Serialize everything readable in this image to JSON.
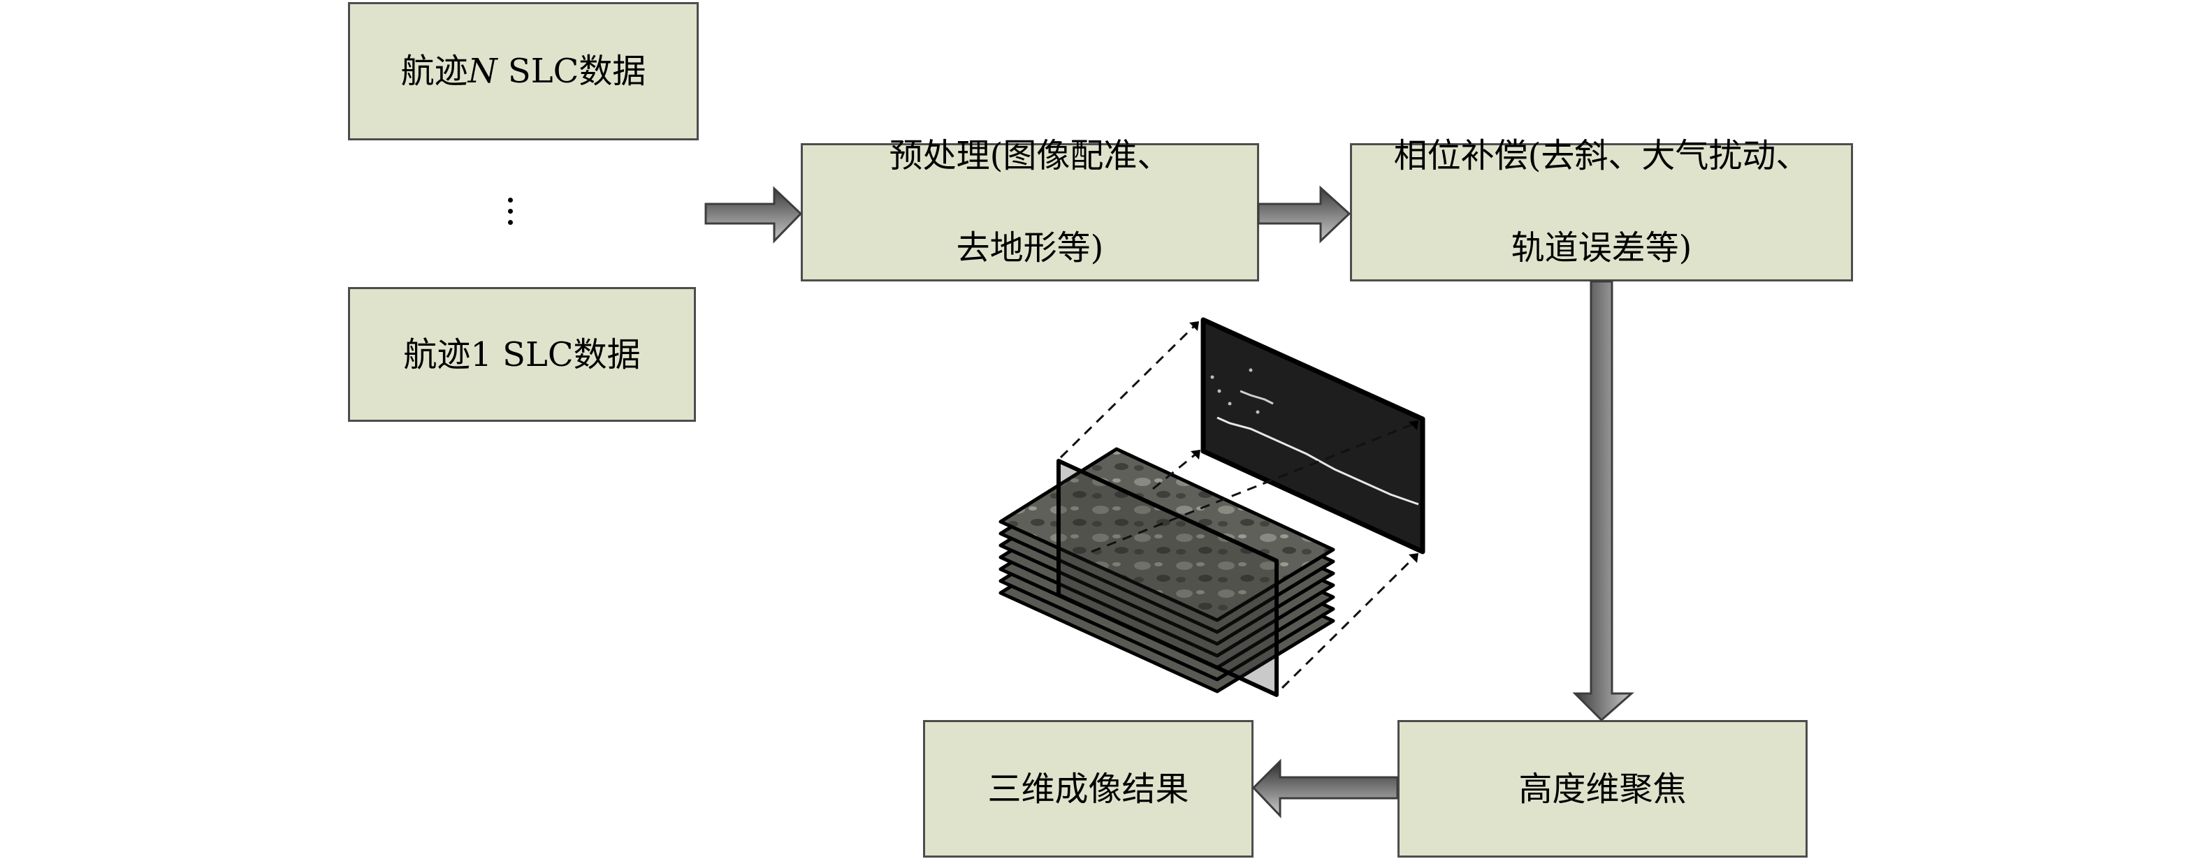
{
  "diagram": {
    "title": "",
    "nodes": {
      "track_n": {
        "label_prefix": "航迹",
        "label_var": "N",
        "label_suffix": " SLC数据"
      },
      "ellipsis": {
        "label": "⋮"
      },
      "track_1": {
        "label": "航迹1 SLC数据"
      },
      "preprocess": {
        "line1": "预处理(图像配准、",
        "line2": "去地形等)"
      },
      "phase_comp": {
        "line1": "相位补偿(去斜、大气扰动、",
        "line2": "轨道误差等)"
      },
      "height_focus": {
        "label": "高度维聚焦"
      },
      "result": {
        "label": "三维成像结果"
      }
    },
    "edges": [
      {
        "from": "tracks",
        "to": "preprocess",
        "direction": "right"
      },
      {
        "from": "preprocess",
        "to": "phase_comp",
        "direction": "right"
      },
      {
        "from": "phase_comp",
        "to": "height_focus",
        "direction": "down"
      },
      {
        "from": "height_focus",
        "to": "result",
        "direction": "left"
      }
    ],
    "illustration": {
      "description": "SAR tomography illustration: stack of SLC image slices cut by a vertical plane projected to an elevation profile",
      "slice_count": 7
    },
    "colors": {
      "box_fill": "#dfe3cc",
      "box_border": "#4d4d4d",
      "arrow_dark": "#3a3a3a",
      "arrow_light": "#b5b5b5",
      "panel_fill": "#1e1e1e",
      "slice_fill": "#5a5a55"
    }
  }
}
